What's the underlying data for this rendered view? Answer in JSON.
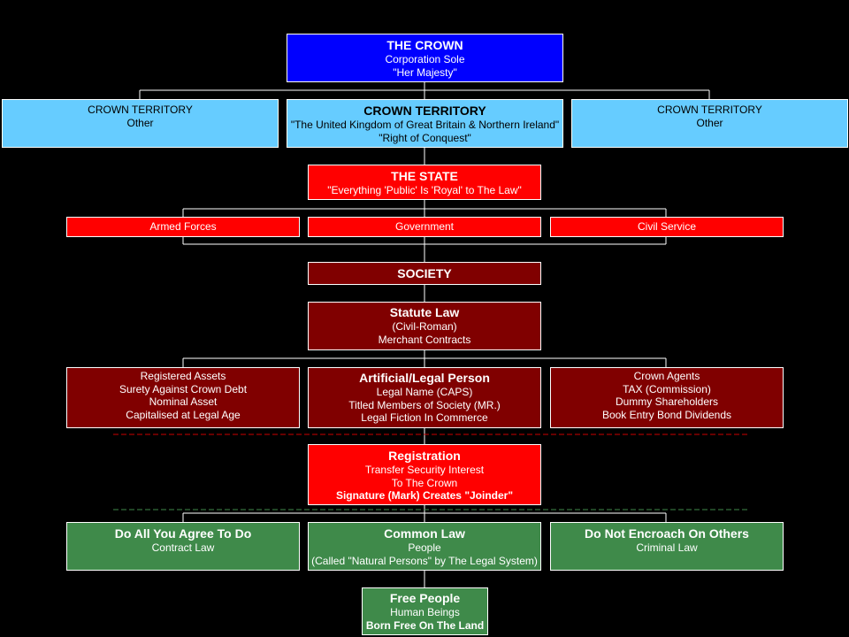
{
  "crown": {
    "title": "THE CROWN",
    "line1": "Corporation Sole",
    "line2": "\"Her Majesty\""
  },
  "territory_left": {
    "line1": "CROWN TERRITORY",
    "line2": "Other"
  },
  "territory_main": {
    "title": "CROWN TERRITORY",
    "line1": "\"The United Kingdom of Great Britain & Northern Ireland\"",
    "line2": "\"Right of Conquest\""
  },
  "territory_right": {
    "line1": "CROWN TERRITORY",
    "line2": "Other"
  },
  "state": {
    "title": "THE STATE",
    "line1": "\"Everything 'Public' Is 'Royal' to The Law\""
  },
  "branches": {
    "armed": "Armed Forces",
    "government": "Government",
    "civil": "Civil Service"
  },
  "society": {
    "title": "SOCIETY"
  },
  "statute": {
    "title": "Statute Law",
    "line1": "(Civil-Roman)",
    "line2": "Merchant Contracts"
  },
  "assets": {
    "lines": [
      "Registered Assets",
      "Surety Against Crown Debt",
      "Nominal Asset",
      "Capitalised at Legal Age"
    ]
  },
  "person": {
    "title": "Artificial/Legal Person",
    "lines": [
      "Legal Name (CAPS)",
      "Titled Members of Society (MR.)",
      "Legal Fiction In Commerce"
    ]
  },
  "agents": {
    "lines": [
      "Crown Agents",
      "TAX (Commission)",
      "Dummy Shareholders",
      "Book Entry Bond Dividends"
    ]
  },
  "registration": {
    "title": "Registration",
    "line1": "Transfer Security Interest",
    "line2": "To The Crown",
    "line3": "Signature (Mark) Creates \"Joinder\""
  },
  "agree": {
    "title": "Do All You Agree To Do",
    "line1": "Contract Law"
  },
  "common": {
    "title": "Common Law",
    "line1": "People",
    "line2": "(Called \"Natural Persons\" by The Legal System)"
  },
  "encroach": {
    "title": "Do Not Encroach On Others",
    "line1": "Criminal Law"
  },
  "free": {
    "title": "Free People",
    "line1": "Human Beings",
    "line2": "Born Free On The Land"
  },
  "colors": {
    "crown": "#0000ff",
    "territory": "#66ccff",
    "state": "#ff0000",
    "society": "#800000",
    "law": "#3f8a4a",
    "connector": "#ffffff",
    "red_dash": "#cc0000",
    "green_dash": "#3f8a4a"
  }
}
